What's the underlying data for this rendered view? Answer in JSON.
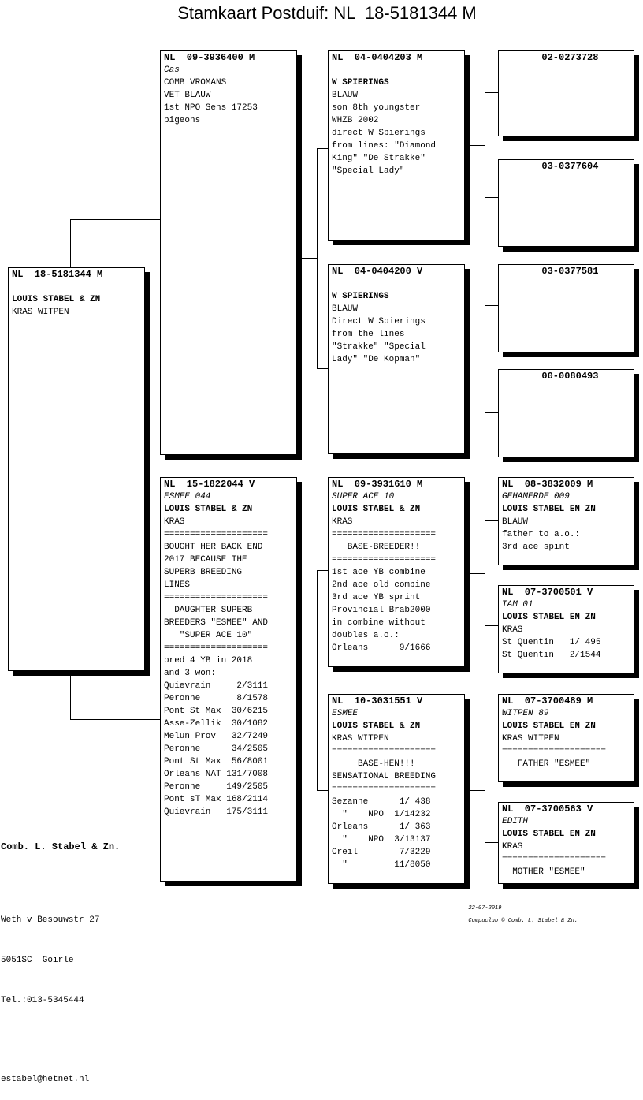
{
  "title": "Stamkaart Postduif: NL  18-5181344 M",
  "cards": {
    "subject": {
      "header": "NL  18-5181344 M",
      "lines": [
        {
          "t": "",
          "s": ""
        },
        {
          "t": "LOUIS STABEL & ZN",
          "s": "b"
        },
        {
          "t": "KRAS WITPEN",
          "s": ""
        }
      ]
    },
    "sire": {
      "header": "NL  09-3936400 M",
      "lines": [
        {
          "t": "Cas",
          "s": "it"
        },
        {
          "t": "COMB VROMANS",
          "s": ""
        },
        {
          "t": "VET BLAUW",
          "s": ""
        },
        {
          "t": "1st NPO Sens 17253",
          "s": ""
        },
        {
          "t": "pigeons",
          "s": ""
        }
      ]
    },
    "dam": {
      "header": "NL  15-1822044 V",
      "lines": [
        {
          "t": "ESMEE 044",
          "s": "it"
        },
        {
          "t": "LOUIS STABEL & ZN",
          "s": "b"
        },
        {
          "t": "KRAS",
          "s": ""
        },
        {
          "t": "====================",
          "s": ""
        },
        {
          "t": "BOUGHT HER BACK END",
          "s": ""
        },
        {
          "t": "2017 BECAUSE THE",
          "s": ""
        },
        {
          "t": "SUPERB BREEDING",
          "s": ""
        },
        {
          "t": "LINES",
          "s": ""
        },
        {
          "t": "====================",
          "s": ""
        },
        {
          "t": "  DAUGHTER SUPERB",
          "s": ""
        },
        {
          "t": "BREEDERS \"ESMEE\" AND",
          "s": ""
        },
        {
          "t": "   \"SUPER ACE 10\"",
          "s": ""
        },
        {
          "t": "====================",
          "s": ""
        },
        {
          "t": "bred 4 YB in 2018",
          "s": ""
        },
        {
          "t": "and 3 won:",
          "s": ""
        },
        {
          "t": "Quievrain     2/3111",
          "s": ""
        },
        {
          "t": "Peronne       8/1578",
          "s": ""
        },
        {
          "t": "Pont St Max  30/6215",
          "s": ""
        },
        {
          "t": "Asse-Zellik  30/1082",
          "s": ""
        },
        {
          "t": "Melun Prov   32/7249",
          "s": ""
        },
        {
          "t": "Peronne      34/2505",
          "s": ""
        },
        {
          "t": "Pont St Max  56/8001",
          "s": ""
        },
        {
          "t": "Orleans NAT 131/7008",
          "s": ""
        },
        {
          "t": "Peronne     149/2505",
          "s": ""
        },
        {
          "t": "Pont sT Max 168/2114",
          "s": ""
        },
        {
          "t": "Quievrain   175/3111",
          "s": ""
        }
      ]
    },
    "ss": {
      "header": "NL  04-0404203 M",
      "lines": [
        {
          "t": "",
          "s": ""
        },
        {
          "t": "W SPIERINGS",
          "s": "b"
        },
        {
          "t": "BLAUW",
          "s": ""
        },
        {
          "t": "son 8th youngster",
          "s": ""
        },
        {
          "t": "WHZB 2002",
          "s": ""
        },
        {
          "t": "direct W Spierings",
          "s": ""
        },
        {
          "t": "from lines: \"Diamond",
          "s": ""
        },
        {
          "t": "King\" \"De Strakke\"",
          "s": ""
        },
        {
          "t": "\"Special Lady\"",
          "s": ""
        }
      ]
    },
    "sd": {
      "header": "NL  04-0404200 V",
      "lines": [
        {
          "t": "",
          "s": ""
        },
        {
          "t": "W SPIERINGS",
          "s": "b"
        },
        {
          "t": "BLAUW",
          "s": ""
        },
        {
          "t": "Direct W Spierings",
          "s": ""
        },
        {
          "t": "from the lines",
          "s": ""
        },
        {
          "t": "\"Strakke\" \"Special",
          "s": ""
        },
        {
          "t": "Lady\" \"De Kopman\"",
          "s": ""
        }
      ]
    },
    "ds": {
      "header": "NL  09-3931610 M",
      "lines": [
        {
          "t": "SUPER ACE 10",
          "s": "it"
        },
        {
          "t": "LOUIS STABEL & ZN",
          "s": "b"
        },
        {
          "t": "KRAS",
          "s": ""
        },
        {
          "t": "====================",
          "s": ""
        },
        {
          "t": "   BASE-BREEDER!!",
          "s": ""
        },
        {
          "t": "====================",
          "s": ""
        },
        {
          "t": "1st ace YB combine",
          "s": ""
        },
        {
          "t": "2nd ace old combine",
          "s": ""
        },
        {
          "t": "3rd ace YB sprint",
          "s": ""
        },
        {
          "t": "Provincial Brab2000",
          "s": ""
        },
        {
          "t": "in combine without",
          "s": ""
        },
        {
          "t": "doubles a.o.:",
          "s": ""
        },
        {
          "t": "Orleans      9/1666",
          "s": ""
        }
      ]
    },
    "dd": {
      "header": "NL  10-3031551 V",
      "lines": [
        {
          "t": "ESMEE",
          "s": "it"
        },
        {
          "t": "LOUIS STABEL & ZN",
          "s": "b"
        },
        {
          "t": "KRAS WITPEN",
          "s": ""
        },
        {
          "t": "====================",
          "s": ""
        },
        {
          "t": "     BASE-HEN!!!",
          "s": ""
        },
        {
          "t": "SENSATIONAL BREEDING",
          "s": ""
        },
        {
          "t": "====================",
          "s": ""
        },
        {
          "t": "Sezanne      1/ 438",
          "s": ""
        },
        {
          "t": "  \"    NPO  1/14232",
          "s": ""
        },
        {
          "t": "Orleans      1/ 363",
          "s": ""
        },
        {
          "t": "  \"    NPO  3/13137",
          "s": ""
        },
        {
          "t": "Creil        7/3229",
          "s": ""
        },
        {
          "t": "  \"         11/8050",
          "s": ""
        }
      ]
    },
    "sss": {
      "header": "       02-0273728",
      "lines": []
    },
    "ssd": {
      "header": "       03-0377604",
      "lines": []
    },
    "sds": {
      "header": "       03-0377581",
      "lines": []
    },
    "sdd": {
      "header": "       00-0080493",
      "lines": []
    },
    "dss": {
      "header": "NL  08-3832009 M",
      "lines": [
        {
          "t": "GEHAMERDE 009",
          "s": "it"
        },
        {
          "t": "LOUIS STABEL EN ZN",
          "s": "b"
        },
        {
          "t": "BLAUW",
          "s": ""
        },
        {
          "t": "father to a.o.:",
          "s": ""
        },
        {
          "t": "3rd ace spint",
          "s": ""
        }
      ]
    },
    "dsd": {
      "header": "NL  07-3700501 V",
      "lines": [
        {
          "t": "TAM 01",
          "s": "it"
        },
        {
          "t": "LOUIS STABEL EN ZN",
          "s": "b"
        },
        {
          "t": "KRAS",
          "s": ""
        },
        {
          "t": "St Quentin   1/ 495",
          "s": ""
        },
        {
          "t": "St Quentin   2/1544",
          "s": ""
        }
      ]
    },
    "dds": {
      "header": "NL  07-3700489 M",
      "lines": [
        {
          "t": "WITPEN 89",
          "s": "it"
        },
        {
          "t": "LOUIS STABEL EN ZN",
          "s": "b"
        },
        {
          "t": "KRAS WITPEN",
          "s": ""
        },
        {
          "t": "====================",
          "s": ""
        },
        {
          "t": "   FATHER \"ESMEE\"",
          "s": ""
        }
      ]
    },
    "ddd": {
      "header": "NL  07-3700563 V",
      "lines": [
        {
          "t": "EDITH",
          "s": "it"
        },
        {
          "t": "LOUIS STABEL EN ZN",
          "s": "b"
        },
        {
          "t": "KRAS",
          "s": ""
        },
        {
          "t": "====================",
          "s": ""
        },
        {
          "t": "  MOTHER \"ESMEE\"",
          "s": ""
        }
      ]
    }
  },
  "breeder": {
    "name": "Comb. L. Stabel & Zn.",
    "street": "Weth v Besouwstr 27",
    "city": "5051SC  Goirle",
    "phone": "Tel.:013-5345444",
    "email": "estabel@hetnet.nl"
  },
  "footer": {
    "date": "22-07-2019",
    "credit": "Compuclub © Comb. L. Stabel & Zn."
  }
}
